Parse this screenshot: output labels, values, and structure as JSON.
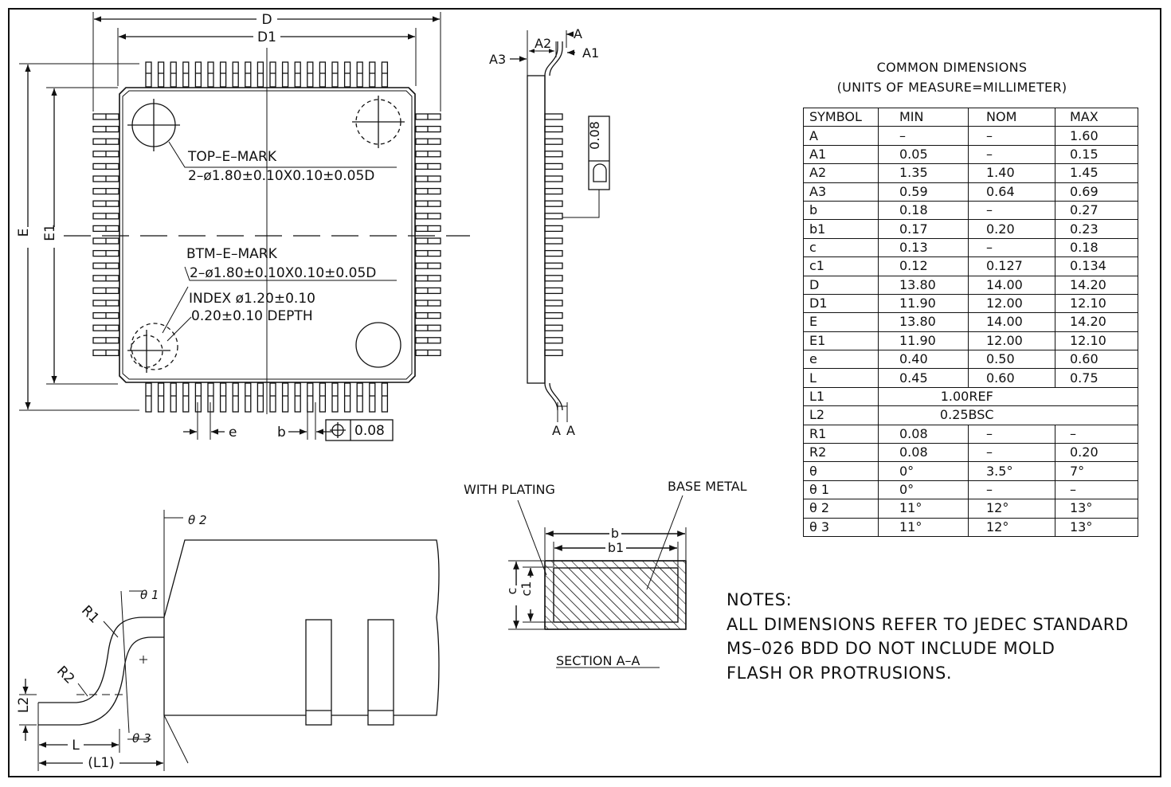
{
  "table_heading_line1": "COMMON DIMENSIONS",
  "table_heading_line2": "(UNITS OF MEASURE=MILLIMETER)",
  "table_columns": [
    "SYMBOL",
    "MIN",
    "NOM",
    "MAX"
  ],
  "table_rows": [
    [
      "A",
      "–",
      "–",
      "1.60"
    ],
    [
      "A1",
      "0.05",
      "–",
      "0.15"
    ],
    [
      "A2",
      "1.35",
      "1.40",
      "1.45"
    ],
    [
      "A3",
      "0.59",
      "0.64",
      "0.69"
    ],
    [
      "b",
      "0.18",
      "–",
      "0.27"
    ],
    [
      "b1",
      "0.17",
      "0.20",
      "0.23"
    ],
    [
      "c",
      "0.13",
      "–",
      "0.18"
    ],
    [
      "c1",
      "0.12",
      "0.127",
      "0.134"
    ],
    [
      "D",
      "13.80",
      "14.00",
      "14.20"
    ],
    [
      "D1",
      "11.90",
      "12.00",
      "12.10"
    ],
    [
      "E",
      "13.80",
      "14.00",
      "14.20"
    ],
    [
      "E1",
      "11.90",
      "12.00",
      "12.10"
    ],
    [
      "e",
      "0.40",
      "0.50",
      "0.60"
    ],
    [
      "L",
      "0.45",
      "0.60",
      "0.75"
    ],
    [
      "L1",
      "1.00REF"
    ],
    [
      "L2",
      "0.25BSC"
    ],
    [
      "R1",
      "0.08",
      "–",
      "–"
    ],
    [
      "R2",
      "0.08",
      "–",
      "0.20"
    ],
    [
      "θ",
      "0°",
      "3.5°",
      "7°"
    ],
    [
      "θ 1",
      "0°",
      "–",
      "–"
    ],
    [
      "θ 2",
      "11°",
      "12°",
      "13°"
    ],
    [
      "θ 3",
      "11°",
      "12°",
      "13°"
    ]
  ],
  "notes": [
    "NOTES:",
    "ALL DIMENSIONS REFER TO JEDEC STANDARD",
    "MS–026 BDD DO NOT INCLUDE MOLD",
    "FLASH OR PROTRUSIONS."
  ],
  "top_view": {
    "dim_D": "D",
    "dim_D1": "D1",
    "dim_E": "E",
    "dim_E1": "E1",
    "top_mark_label": "TOP–E–MARK",
    "top_mark_spec": "2–ø1.80±0.10X0.10±0.05D",
    "btm_mark_label": "BTM–E–MARK",
    "btm_mark_spec": "2–ø1.80±0.10X0.10±0.05D",
    "index_line1": "INDEX  ø1.20±0.10",
    "index_line2": "0.20±0.10  DEPTH",
    "dim_e": "e",
    "dim_b": "b",
    "position_tol": "0.08"
  },
  "side_view": {
    "dim_A": "A",
    "dim_A1": "A1",
    "dim_A2": "A2",
    "dim_A3": "A3",
    "coplanarity": "0.08",
    "section_mark_left": "A",
    "section_mark_right": "A"
  },
  "section_view": {
    "with_plating": "WITH PLATING",
    "base_metal": "BASE METAL",
    "dim_b": "b",
    "dim_b1": "b1",
    "dim_c": "c",
    "dim_c1": "c1",
    "caption": "SECTION A–A"
  },
  "lead_detail": {
    "theta2": "θ 2",
    "theta1": "θ 1",
    "theta3": "θ 3",
    "r1": "R1",
    "r2": "R2",
    "l2": "L2",
    "l": "L",
    "l1": "(L1)"
  }
}
